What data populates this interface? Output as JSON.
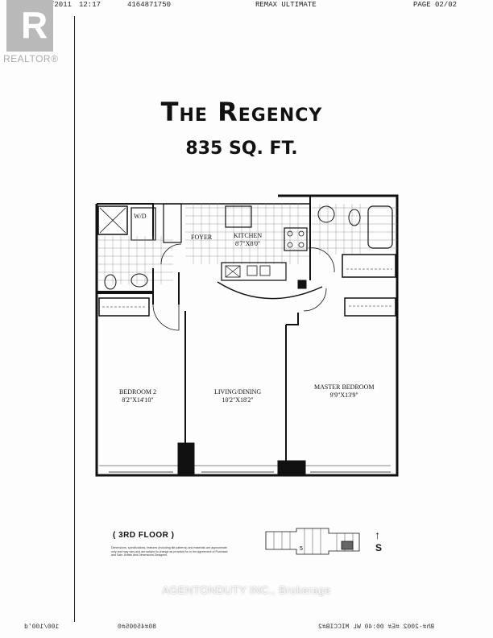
{
  "fax_header": {
    "date": "05/31/2011",
    "time": "12:17",
    "phone": "4164871750",
    "sender": "REMAX ULTIMATE",
    "page": "PAGE  02/02"
  },
  "logo": {
    "letter": "R",
    "text": "REALTOR®"
  },
  "floorplan": {
    "title": "The Regency",
    "area": "835 SQ. FT.",
    "rooms": {
      "wd": "W/D",
      "foyer": "FOYER",
      "kitchen_name": "KITCHEN",
      "kitchen_size": "8'7\"X8'0\"",
      "bedroom2_name": "BEDROOM 2",
      "bedroom2_size": "8'2\"X14'10\"",
      "living_name": "LIVING/DINING",
      "living_size": "10'2\"X18'2\"",
      "master_name": "MASTER BEDROOM",
      "master_size": "9'9\"X13'9\""
    },
    "floor": "( 3RD FLOOR )",
    "fine_print": "Dimensions, specifications, features (including tile patterns) and materials are approximate only and may vary and are subject to change as provided for in the Agreement of Purchase and Sale. British and Dimensions Designed.",
    "compass_s": "S",
    "keyplan_unit": "5"
  },
  "watermark": "AGENTONDUTY INC., Brokerage",
  "fax_footer": {
    "left": "100/100'd",
    "mid": "80#45005#0",
    "right": "Bh#-2002 #E# 00:40 WL MICCIB#2"
  }
}
